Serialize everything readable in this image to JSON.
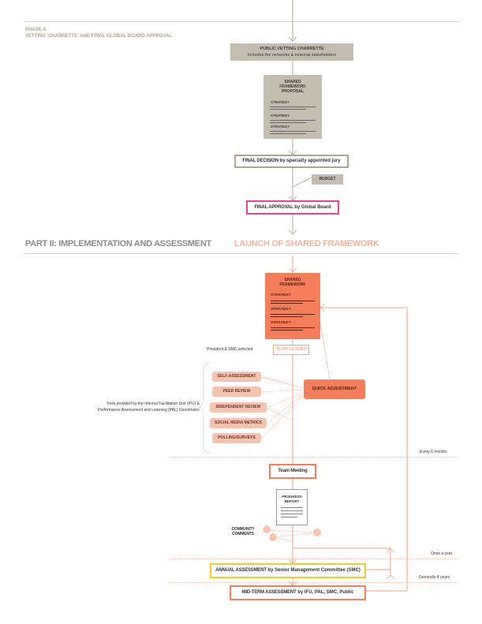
{
  "phase4": {
    "line1": "PHASE 4:",
    "line2": "VETTING 'CHARRETTE' AND FINAL GLOBAL BOARD APPROVAL"
  },
  "public_vetting": {
    "title": "PUBLIC VETTING CHARRETTE",
    "subtitle": "Includes the networks & external stakeholders"
  },
  "proposal": {
    "title_lines": [
      "SHARED",
      "FRAMEWORK",
      "PROPOSAL"
    ],
    "strategies": [
      "STRATEGY",
      "STRATEGY",
      "STRATEGY"
    ]
  },
  "final_decision": {
    "bold": "FINAL DECISION",
    "rest": " by specially appointed jury"
  },
  "budget": "BUDGET",
  "final_approval": {
    "bold": "FINAL APPROVAL",
    "rest": " by Global Board"
  },
  "part2": "PART II: IMPLEMENTATION AND ASSESSMENT",
  "launch": "LAUNCH OF SHARED FRAMEWORK",
  "framework": {
    "title_lines": [
      "SHARED",
      "FRAMEWORK"
    ],
    "strategies": [
      "STRATEGY",
      "STRATEGY",
      "STRATEGY"
    ]
  },
  "team_leader": {
    "prefix": "President & SMC selected",
    "label": "TEAM LEADER"
  },
  "tools_note": {
    "line1": "Tools provided by the Internal Facilitation Unit (IFU) &",
    "line2": "Performance Assessment and Learning (PAL) Coordinator"
  },
  "tools": [
    "SELF-ASSESSMENT",
    "PEER REVIEW",
    "INDEPENDENT REVIEW",
    "SOCIAL MEDIA METRICS",
    "POLLING/SURVEYS"
  ],
  "quick_adjustment": "QUICK ADJUSTMENT",
  "every6": "Every 6 months",
  "team_meeting": "Team Meeting",
  "progress_report": {
    "lines": [
      "PROGRESS",
      "REPORT"
    ]
  },
  "community": {
    "lines": [
      "COMMUNITY",
      "COMMENTS"
    ]
  },
  "once_year": "Once a year",
  "annual": {
    "bold": "ANNUAL ASSESSMENT",
    "rest": " by Senior Management Committee (SMC)"
  },
  "generally4": "Generally 4 years",
  "midterm": {
    "bold": "MID-TERM ASSESSMENT",
    "rest": " by IFU, PAL, SMC, Public"
  },
  "colors": {
    "orange": "#f47e5c",
    "salmon": "#f6c3b0",
    "grey_box": "#c2bdae",
    "pink": "#e0459a",
    "yellow": "#f2cc2a",
    "line": "#f2a285"
  }
}
